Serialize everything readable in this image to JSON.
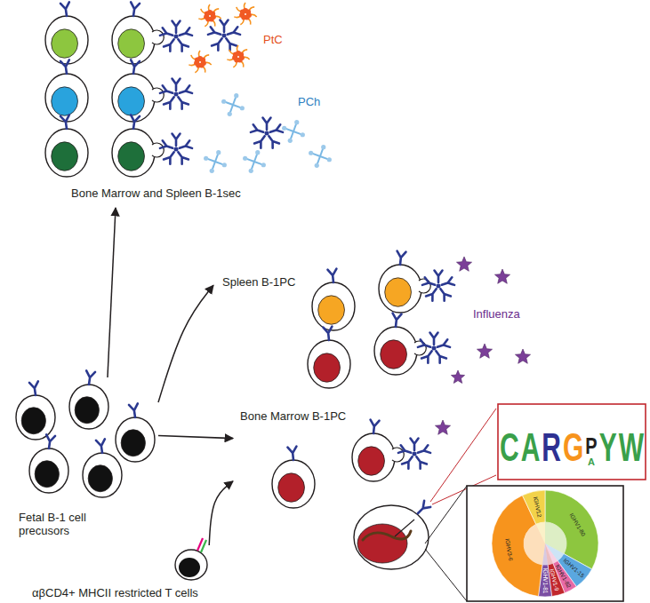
{
  "diagram": {
    "nodes": [
      {
        "text": [
          "Fetal B-1 cell precusors"
        ]
      },
      {
        "text": [
          "Bone Marrow and Spleen B-1sec"
        ]
      },
      {
        "text": [
          "Spleen B-1PC"
        ]
      },
      {
        "text": [
          "Bone Marrow B-1PC"
        ]
      },
      {
        "text": [
          "αβCD4+ MHCII restricted T cells"
        ]
      }
    ],
    "edges": [
      {
        "from": 0,
        "to": 1,
        "arrow": "to"
      },
      {
        "from": 0,
        "to": 2,
        "arrow": "to"
      },
      {
        "from": 0,
        "to": 3,
        "arrow": "to"
      },
      {
        "from": 4,
        "to": 3,
        "arrow": "to"
      }
    ],
    "labels": [
      "PtC",
      "PCh",
      "Influenza",
      "C",
      "A",
      "R",
      "G",
      "P",
      "A",
      "Y",
      "W",
      "IGHV12",
      "IGHV1-80",
      "IGHV1-15",
      "IGHV1-82",
      "IGHV1-9",
      "IGHV1-81",
      "IGHV3-6"
    ]
  }
}
